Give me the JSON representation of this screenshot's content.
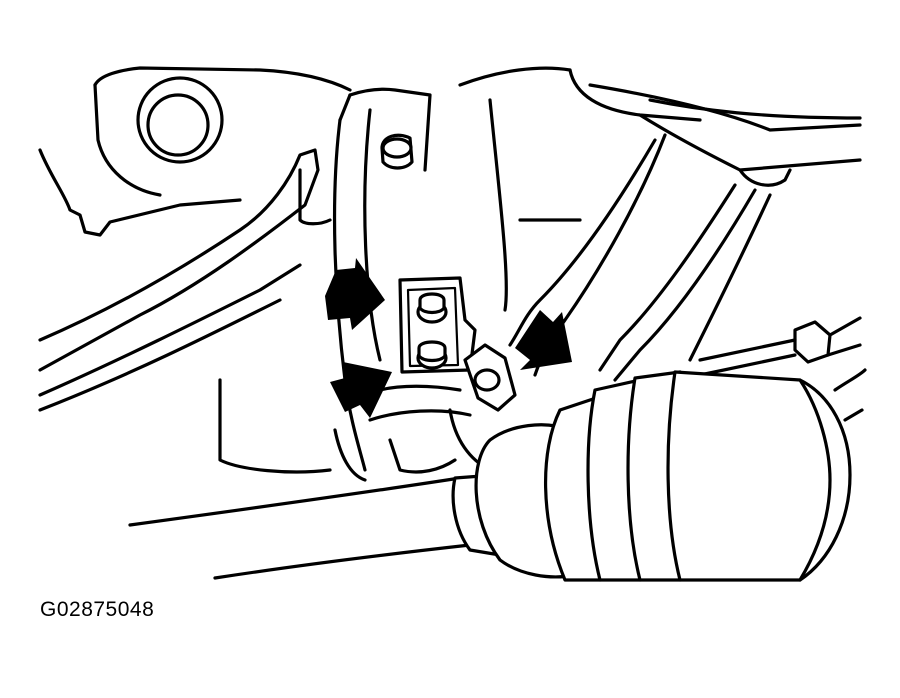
{
  "figure": {
    "code": "G02875048"
  },
  "palette": {
    "line": "#000000",
    "background": "#ffffff"
  },
  "callouts": [
    {
      "name": "arrow-upper-left",
      "direction": "right"
    },
    {
      "name": "arrow-lower-left",
      "direction": "up-right"
    },
    {
      "name": "arrow-right",
      "direction": "down-left"
    }
  ]
}
